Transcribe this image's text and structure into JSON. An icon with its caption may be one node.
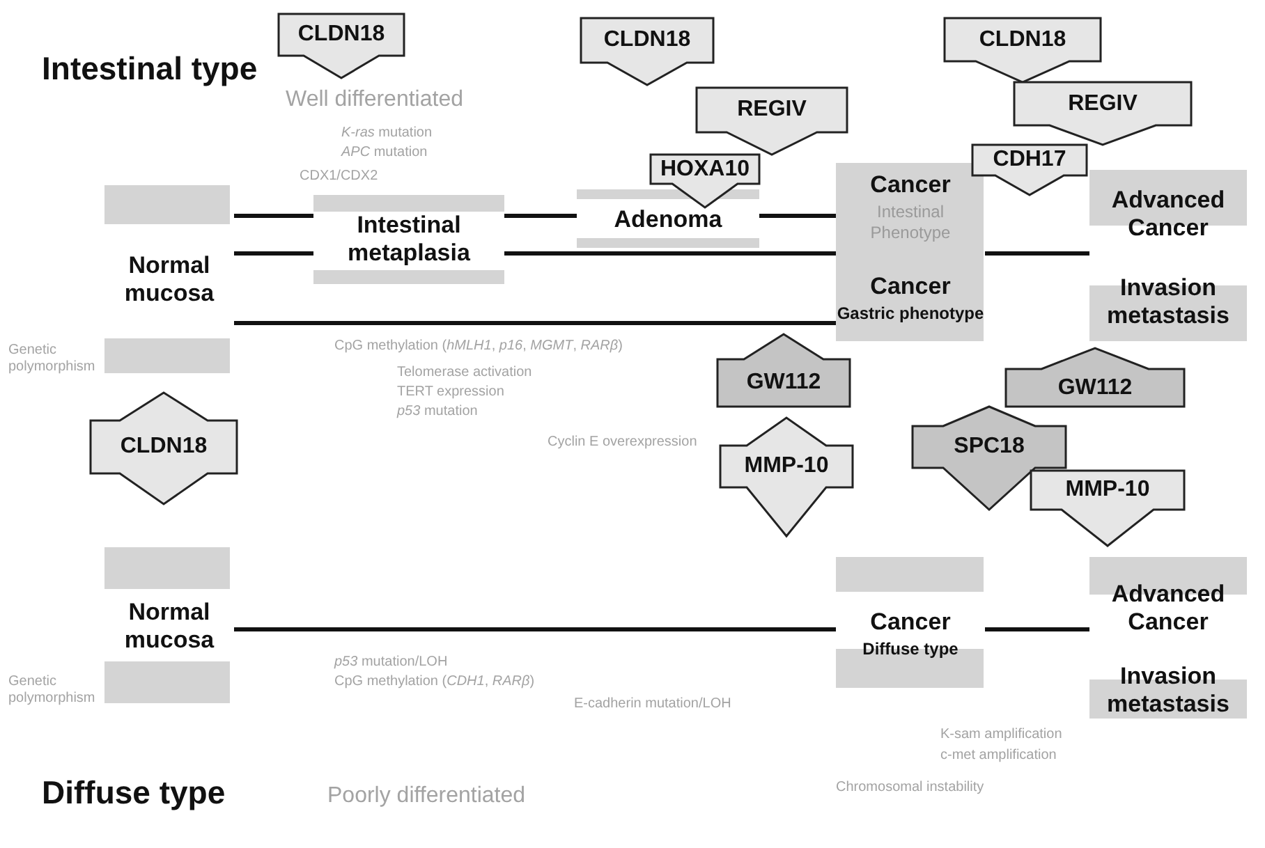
{
  "diagram": {
    "nodes": [
      {
        "text": [
          "Normal mucosa"
        ]
      },
      {
        "text": [
          "Intestinal metaplasia"
        ]
      },
      {
        "text": [
          "Adenoma"
        ]
      },
      {
        "text": [
          "Cancer",
          "Intestinal Phenotype"
        ]
      },
      {
        "text": [
          "Cancer",
          "Gastric phenotype"
        ]
      },
      {
        "text": [
          "Advanced Cancer"
        ]
      },
      {
        "text": [
          "Invasion metastasis"
        ]
      },
      {
        "text": [
          "CLDN18"
        ]
      },
      {
        "text": [
          "CLDN18"
        ]
      },
      {
        "text": [
          "REGIV"
        ]
      },
      {
        "text": [
          "HOXA10"
        ]
      },
      {
        "text": [
          "CLDN18"
        ]
      },
      {
        "text": [
          "REGIV"
        ]
      },
      {
        "text": [
          "CDH17"
        ]
      },
      {
        "text": [
          "GW112"
        ]
      },
      {
        "text": [
          "GW112"
        ]
      },
      {
        "text": [
          "CLDN18"
        ]
      },
      {
        "text": [
          "SPC18"
        ]
      },
      {
        "text": [
          "MMP-10"
        ]
      },
      {
        "text": [
          "MMP-10"
        ]
      },
      {
        "text": [
          "Normal mucosa"
        ]
      },
      {
        "text": [
          "Cancer",
          "Diffuse type"
        ]
      },
      {
        "text": [
          "Advanced Cancer"
        ]
      },
      {
        "text": [
          "Invasion metastasis"
        ]
      }
    ],
    "edges": [
      {
        "from": 0,
        "to": 1,
        "arrow": "none"
      },
      {
        "from": 0,
        "to": 1,
        "arrow": "none"
      },
      {
        "from": 1,
        "to": 2,
        "arrow": "none"
      },
      {
        "from": 2,
        "to": 3,
        "arrow": "none"
      },
      {
        "from": 1,
        "to": 4,
        "arrow": "none"
      },
      {
        "from": 4,
        "to": 5,
        "arrow": "none"
      },
      {
        "from": 0,
        "to": 4,
        "arrow": "none"
      },
      {
        "from": 20,
        "to": 21,
        "arrow": "none"
      },
      {
        "from": 21,
        "to": 22,
        "arrow": "none"
      }
    ],
    "labels": [
      "Intestinal type",
      "Well differentiated",
      "*K-ras* mutation",
      "*APC* mutation",
      "CDX1/CDX2",
      "Genetic polymorphism",
      "CpG methylation (*hMLH1*, *p16*, *MGMT*, *RARβ*)",
      "Telomerase activation",
      "TERT expression",
      "*p53* mutation",
      "Cyclin E overexpression",
      "*p53* mutation/LOH",
      "CpG methylation (*CDH1*, *RARβ*)",
      "Genetic polymorphism",
      "E-cadherin mutation/LOH",
      "K-sam amplification",
      "c-met amplification",
      "Chromosomal instability",
      "Diffuse type",
      "Poorly differentiated"
    ]
  }
}
